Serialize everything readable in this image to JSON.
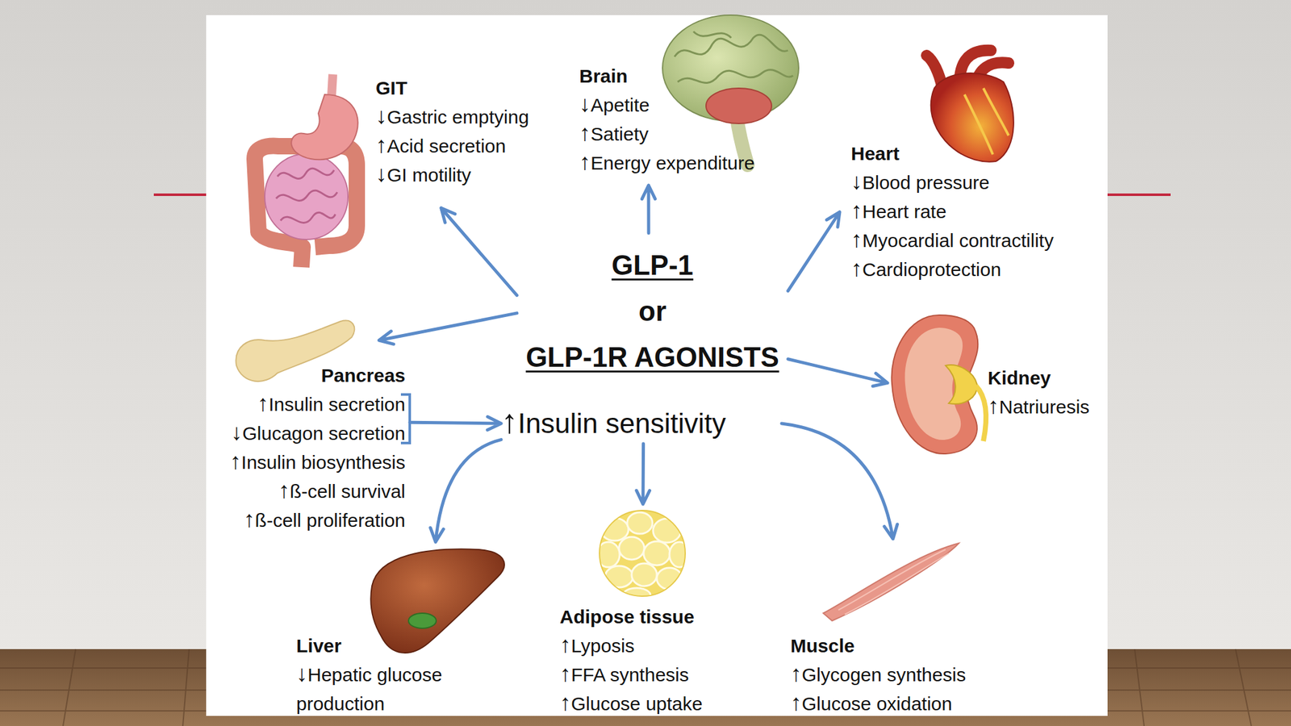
{
  "diagram": {
    "nodes": [
      {
        "text": [
          "GIT",
          "↓Gastric emptying",
          "↑Acid secretion",
          "↓GI motility"
        ]
      },
      {
        "text": [
          "Brain",
          "↓Apetite",
          "↑Satiety",
          "↑Energy expenditure"
        ]
      },
      {
        "text": [
          "Heart",
          "↓Blood pressure",
          "↑Heart rate",
          "↑Myocardial contractility",
          "↑Cardioprotection"
        ]
      },
      {
        "text": [
          "GLP-1",
          "or",
          "GLP-1R AGONISTS"
        ]
      },
      {
        "text": [
          "Pancreas",
          "↑Insulin secretion",
          "↓Glucagon secretion",
          "↑Insulin biosynthesis",
          "↑ß-cell survival",
          "↑ß-cell proliferation"
        ]
      },
      {
        "text": [
          "Kidney",
          "↑Natriuresis"
        ]
      },
      {
        "text": [
          "↑Insulin sensitivity"
        ]
      },
      {
        "text": [
          "Liver",
          "↓Hepatic glucose production"
        ]
      },
      {
        "text": [
          "Adipose tissue",
          "↑Lyposis",
          "↑FFA synthesis",
          "↑Glucose uptake"
        ]
      },
      {
        "text": [
          "Muscle",
          "↑Glycogen synthesis",
          "↑Glucose oxidation"
        ]
      }
    ],
    "edges": [
      {
        "from": 3,
        "to": 0,
        "arrow": "to"
      },
      {
        "from": 3,
        "to": 1,
        "arrow": "to"
      },
      {
        "from": 3,
        "to": 2,
        "arrow": "to"
      },
      {
        "from": 3,
        "to": 4,
        "arrow": "to"
      },
      {
        "from": 3,
        "to": 5,
        "arrow": "to"
      },
      {
        "from": 4,
        "to": 6,
        "arrow": "to"
      },
      {
        "from": 6,
        "to": 7,
        "arrow": "to"
      },
      {
        "from": 6,
        "to": 8,
        "arrow": "to"
      },
      {
        "from": 6,
        "to": 9,
        "arrow": "to"
      }
    ]
  }
}
